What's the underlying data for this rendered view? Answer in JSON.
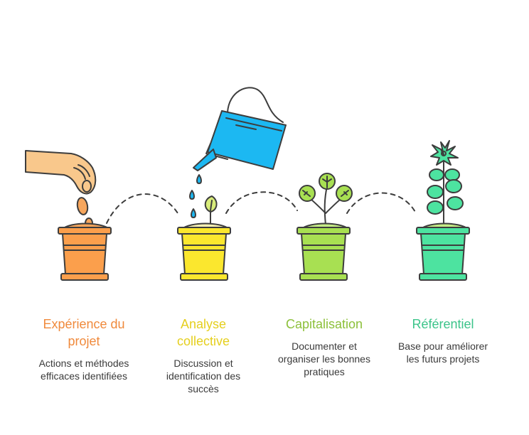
{
  "stages": [
    {
      "title": "Expérience du projet",
      "title_line1": "Expérience du",
      "title_line2": "projet",
      "desc_line1": "Actions et méthodes",
      "desc_line2": "efficaces identifiées",
      "desc_line3": "",
      "color": "#f08a3c",
      "pot_color": "#fb9f4c"
    },
    {
      "title": "Analyse collective",
      "title_line1": "Analyse",
      "title_line2": "collective",
      "desc_line1": "Discussion et",
      "desc_line2": "identification des",
      "desc_line3": "succès",
      "color": "#e5cf1e",
      "pot_color": "#fbe72e"
    },
    {
      "title": "Capitalisation",
      "title_line1": "Capitalisation",
      "title_line2": "",
      "desc_line1": "Documenter et",
      "desc_line2": "organiser les bonnes",
      "desc_line3": "pratiques",
      "color": "#8cc03a",
      "pot_color": "#a8e052"
    },
    {
      "title": "Référentiel",
      "title_line1": "Référentiel",
      "title_line2": "",
      "desc_line1": "Base pour améliorer",
      "desc_line2": "les futurs projets",
      "desc_line3": "",
      "color": "#3cc48a",
      "pot_color": "#4de3a0"
    }
  ],
  "icons": {
    "hand": "hand-icon",
    "watering_can": "watering-can-icon",
    "pot": "flower-pot-icon",
    "seeds": "seed-icon",
    "sprout": "sprout-icon",
    "plant": "plant-icon",
    "tall_plant": "tall-plant-icon"
  },
  "colors": {
    "outline": "#3d3d3d",
    "soil": "#f7f0b4",
    "leaf": "#a8e052",
    "leaf_dark_plant": "#4de3a0",
    "water": "#1cb8f2",
    "skin": "#f9c88c"
  }
}
